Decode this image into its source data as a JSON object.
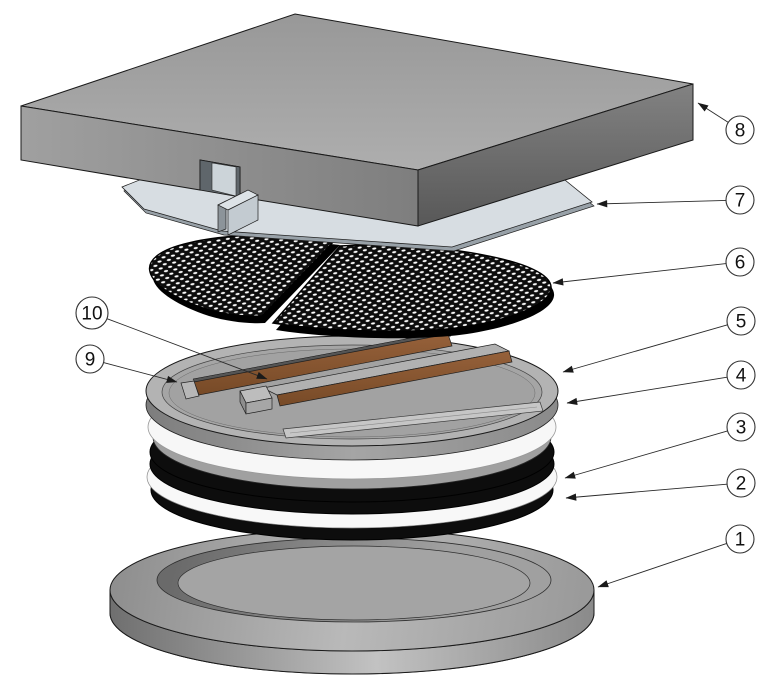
{
  "figure": {
    "type": "exploded-assembly-diagram",
    "background": "#ffffff",
    "callouts": [
      {
        "label": "1"
      },
      {
        "label": "2"
      },
      {
        "label": "3"
      },
      {
        "label": "4"
      },
      {
        "label": "5"
      },
      {
        "label": "6"
      },
      {
        "label": "7"
      },
      {
        "label": "8"
      },
      {
        "label": "9"
      },
      {
        "label": "10"
      }
    ],
    "palette": {
      "background": "#ffffff",
      "line_black": "#1a1a1a",
      "metal_gray": "#a6a6a6",
      "metal_gray_dark": "#6e6e6e",
      "sheet_blue_gray": "#d7dde2",
      "sheet_edge": "#98a1a8",
      "mesh_black": "#0d0d0d",
      "mesh_hole_white": "#ffffff",
      "copper": "#8a5733",
      "seal_white": "#f8f8f8",
      "disc_black": "#0d0d0d",
      "callout_fill": "#ffffff",
      "callout_stroke": "#333333"
    }
  }
}
